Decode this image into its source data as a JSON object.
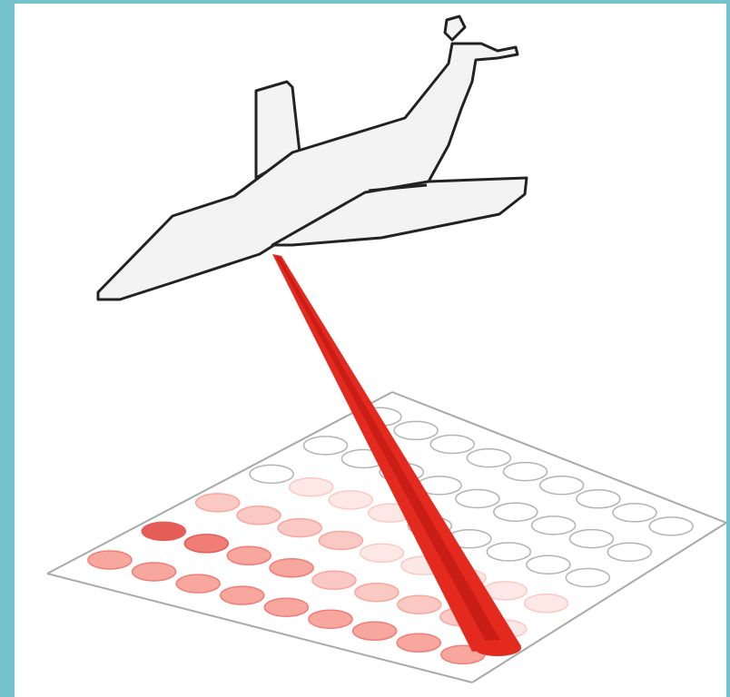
{
  "colors": {
    "frame": "#74c2ca",
    "background": "#ffffff",
    "grid_line": "#a9a9a9",
    "cell_outline": "#b4b4b4",
    "laser_beam": "#e4291f",
    "laser_beam_dark": "#c81e16",
    "aircraft_fill": "#f3f3f3",
    "aircraft_outline": "#222222",
    "footprint_levels": [
      "#ffffff",
      "#fde8e6",
      "#fbc9c3",
      "#f8a79f",
      "#f07e76",
      "#e55d56"
    ]
  },
  "footprint_grid": {
    "rows": 6,
    "cols": 9,
    "intensity": [
      [
        0,
        0,
        0,
        0,
        0,
        0,
        0,
        0,
        0
      ],
      [
        0,
        0,
        0,
        0,
        0,
        0,
        0,
        0,
        0
      ],
      [
        0,
        1,
        1,
        1,
        0,
        0,
        0,
        0,
        0
      ],
      [
        2,
        2,
        2,
        2,
        1,
        1,
        1,
        1,
        1
      ],
      [
        5,
        4,
        3,
        3,
        2,
        2,
        2,
        2,
        1
      ],
      [
        3,
        3,
        3,
        3,
        3,
        3,
        3,
        3,
        3
      ]
    ]
  }
}
